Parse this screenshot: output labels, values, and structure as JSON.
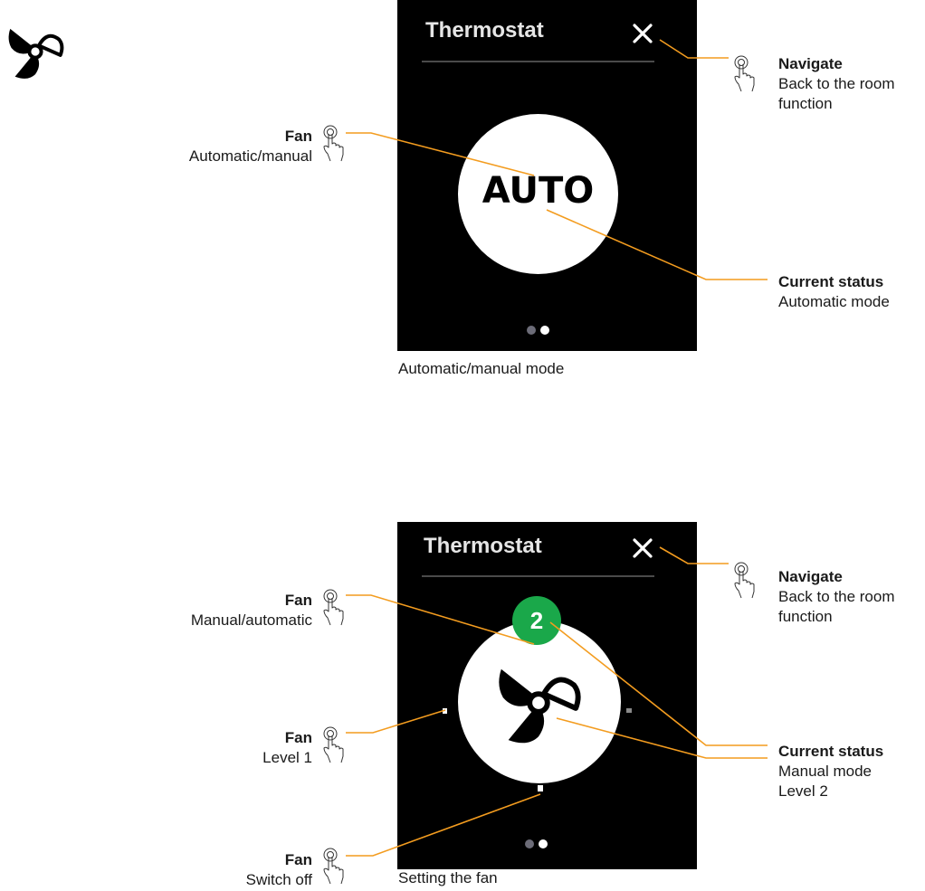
{
  "diagram1": {
    "screen_title": "Thermostat",
    "mode_label": "AUTO",
    "caption": "Automatic/manual mode",
    "callouts": {
      "fan": {
        "title": "Fan",
        "desc": "Automatic/manual"
      },
      "navigate": {
        "title": "Navigate",
        "desc_line1": "Back to the room",
        "desc_line2": "function"
      },
      "status": {
        "title": "Current status",
        "desc": "Automatic mode"
      }
    }
  },
  "diagram2": {
    "screen_title": "Thermostat",
    "level_badge": "2",
    "caption": "Setting the fan",
    "callouts": {
      "fan_mode": {
        "title": "Fan",
        "desc": "Manual/automatic"
      },
      "fan_level": {
        "title": "Fan",
        "desc": "Level 1"
      },
      "fan_off": {
        "title": "Fan",
        "desc": "Switch off"
      },
      "navigate": {
        "title": "Navigate",
        "desc_line1": "Back to the room",
        "desc_line2": "function"
      },
      "status": {
        "title": "Current status",
        "desc_line1": "Manual mode",
        "desc_line2": "Level 2"
      }
    }
  },
  "icons": [
    "fan-icon",
    "close-icon",
    "tap-hand-icon"
  ],
  "colors": {
    "leader": "#f39c1f",
    "screen": "#000000",
    "badge": "#1aa84a",
    "dot_active": "#ffffff",
    "dot_inactive": "#6c6c78"
  }
}
